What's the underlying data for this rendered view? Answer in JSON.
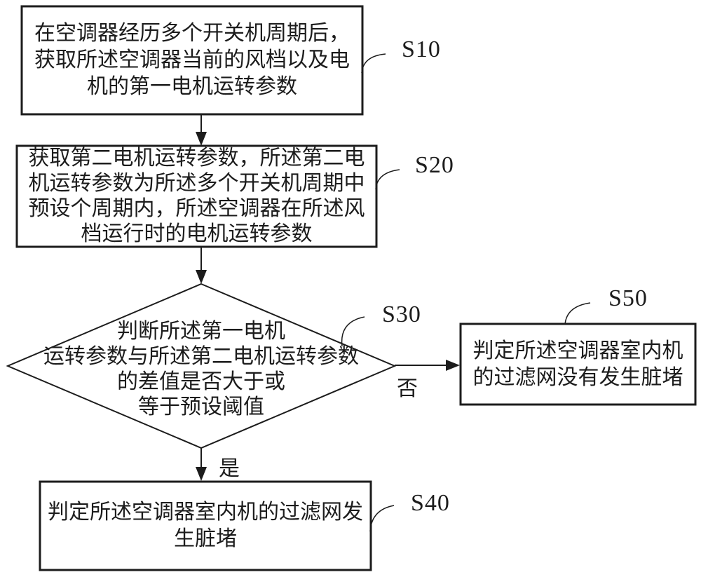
{
  "flowchart": {
    "colors": {
      "background": "#ffffff",
      "ink": "#1c1c1c"
    },
    "nodes": {
      "s10": {
        "label": "S10",
        "lines": [
          "在空调器经历多个开关机周期后，",
          "获取所述空调器当前的风档以及电",
          "机的第一电机运转参数"
        ]
      },
      "s20": {
        "label": "S20",
        "lines": [
          "获取第二电机运转参数，所述第二电",
          "机运转参数为所述多个开关机周期中",
          "预设个周期内，所述空调器在所述风",
          "档运行时的电机运转参数"
        ]
      },
      "s30": {
        "label": "S30",
        "lines": [
          "判断所述第一电机",
          "运转参数与所述第二电机运转参数",
          "的差值是否大于或",
          "等于预设阈值"
        ]
      },
      "s40": {
        "label": "S40",
        "lines": [
          "判定所述空调器室内机的过滤网发",
          "生脏堵"
        ]
      },
      "s50": {
        "label": "S50",
        "lines": [
          "判定所述空调器室内机",
          "的过滤网没有发生脏堵"
        ]
      }
    },
    "edges": {
      "yes_label": "是",
      "no_label": "否"
    }
  }
}
